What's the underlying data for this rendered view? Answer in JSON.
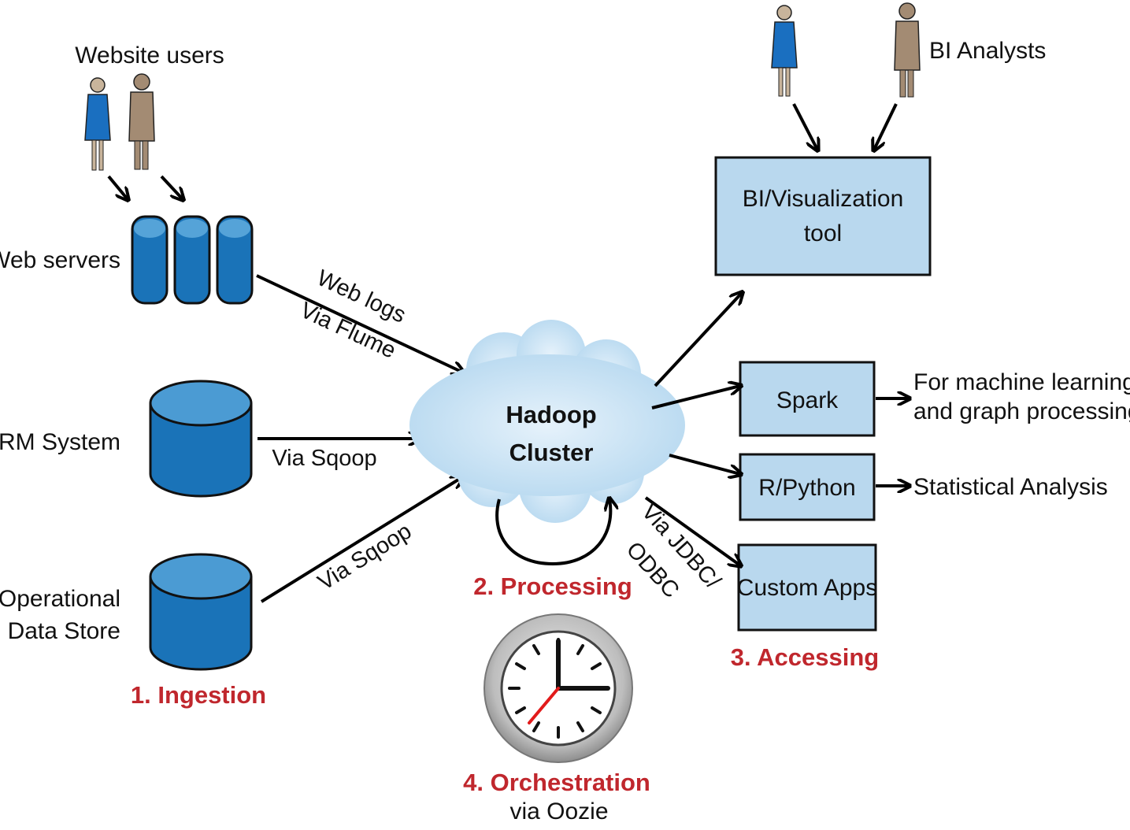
{
  "labels": {
    "website_users": "Website users",
    "bi_analysts": "BI Analysts",
    "web_servers": "Web servers",
    "crm_system": "CRM System",
    "operational_line1": "Operational",
    "operational_line2": "Data Store",
    "web_logs_line1": "Web logs",
    "web_logs_line2": "Via Flume",
    "via_sqoop_crm": "Via  Sqoop",
    "via_sqoop_ods": "Via  Sqoop",
    "via_jdbc_line1": "Via JDBC/",
    "via_jdbc_line2": "ODBC",
    "cloud_line1": "Hadoop",
    "cloud_line2": "Cluster",
    "bi_tool_line1": "BI/Visualization",
    "bi_tool_line2": "tool",
    "spark": "Spark",
    "r_python": "R/Python",
    "custom_apps": "Custom Apps",
    "ml_line1": "For machine learning",
    "ml_line2": "and graph processing",
    "stat_analysis": "Statistical Analysis",
    "via_oozie": "via Oozie"
  },
  "steps": {
    "ingestion": "1. Ingestion",
    "processing": "2. Processing",
    "accessing": "3. Accessing",
    "orchestration": "4. Orchestration"
  },
  "colors": {
    "step_red": "#c0272d",
    "box_fill": "#b9d8ee",
    "db_blue": "#1a73b8",
    "cloud_blue": "#c9e3f4",
    "person_blue": "#1a6fc0",
    "person_tan": "#a38b73"
  }
}
